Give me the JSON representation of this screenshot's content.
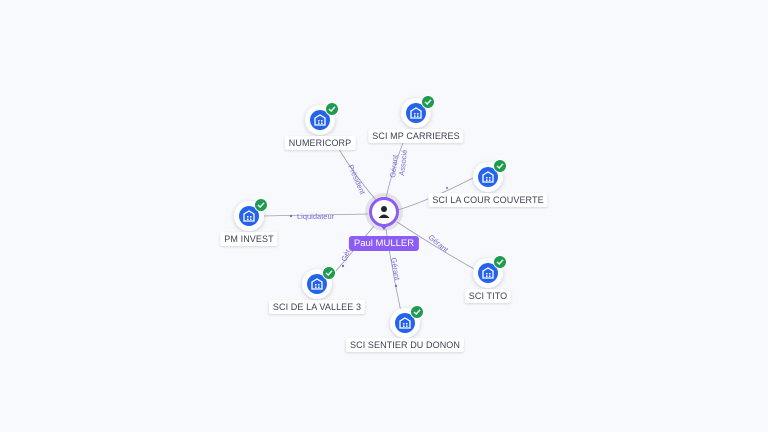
{
  "center": {
    "name": "Paul MULLER",
    "icon": "person-icon"
  },
  "nodes": [
    {
      "id": "numericorp",
      "label": "NUMERICORP",
      "icon": "building-icon",
      "verified": true
    },
    {
      "id": "mp-carrieres",
      "label": "SCI MP CARRIERES",
      "icon": "building-icon",
      "verified": true
    },
    {
      "id": "cour-couverte",
      "label": "SCI LA COUR COUVERTE",
      "icon": "building-icon",
      "verified": true
    },
    {
      "id": "pm-invest",
      "label": "PM INVEST",
      "icon": "building-icon",
      "verified": true
    },
    {
      "id": "tito",
      "label": "SCI TITO",
      "icon": "building-icon",
      "verified": true
    },
    {
      "id": "vallee",
      "label": "SCI DE LA VALLEE 3",
      "icon": "building-icon",
      "verified": true
    },
    {
      "id": "donon",
      "label": "SCI SENTIER DU DONON",
      "icon": "building-icon",
      "verified": true
    }
  ],
  "edges": {
    "numericorp": [
      "Président"
    ],
    "mp_carrieres": [
      "Gérant",
      "Associé"
    ],
    "pm_invest": [
      "Liquidateur"
    ],
    "cour_couverte": [
      "Gérant"
    ],
    "vallee": [
      "Gér"
    ],
    "donon": [
      "Gérant"
    ]
  },
  "colors": {
    "center": "#8b5cf6",
    "node_icon": "#2463eb",
    "verified": "#1e9b50",
    "edge": "#9aa0b2",
    "edge_label": "#7c6bd8"
  }
}
